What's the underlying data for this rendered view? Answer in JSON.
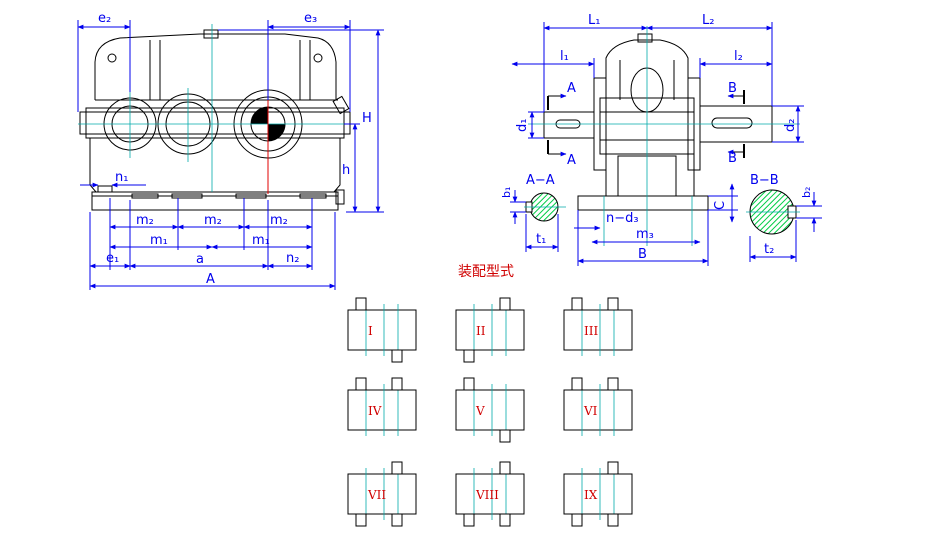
{
  "front_view": {
    "labels": {
      "e2": "e₂",
      "e3": "e₃",
      "H": "H",
      "h": "h",
      "n1": "n₁",
      "m2_left": "m₂",
      "m2_mid": "m₂",
      "m2_right": "m₂",
      "m1_left": "m₁",
      "m1_right": "m₁",
      "e1": "e₁",
      "a": "a",
      "n2": "n₂",
      "A": "A"
    }
  },
  "side_view": {
    "labels": {
      "L1": "L₁",
      "L2": "L₂",
      "l1": "l₁",
      "l2": "l₂",
      "A_top": "A",
      "A_bottom": "A",
      "B_top": "B",
      "B_bottom": "B",
      "d1": "d₁",
      "d2": "d₂",
      "C": "C",
      "n_d3": "n−d₃",
      "m3": "m₃",
      "B_width": "B"
    }
  },
  "sections": {
    "aa_title": "A−A",
    "b1": "b₁",
    "t1": "t₁",
    "bb_title": "B−B",
    "b2": "b₂",
    "t2": "t₂"
  },
  "assembly": {
    "title": "装配型式",
    "types": [
      "I",
      "II",
      "III",
      "IV",
      "V",
      "VI",
      "VII",
      "VIII",
      "IX"
    ]
  },
  "colors": {
    "outline": "#000000",
    "dimension": "#0000ee",
    "centerline": "#00aaaa",
    "label_red": "#d00000",
    "section_hatch": "#00cc44"
  }
}
